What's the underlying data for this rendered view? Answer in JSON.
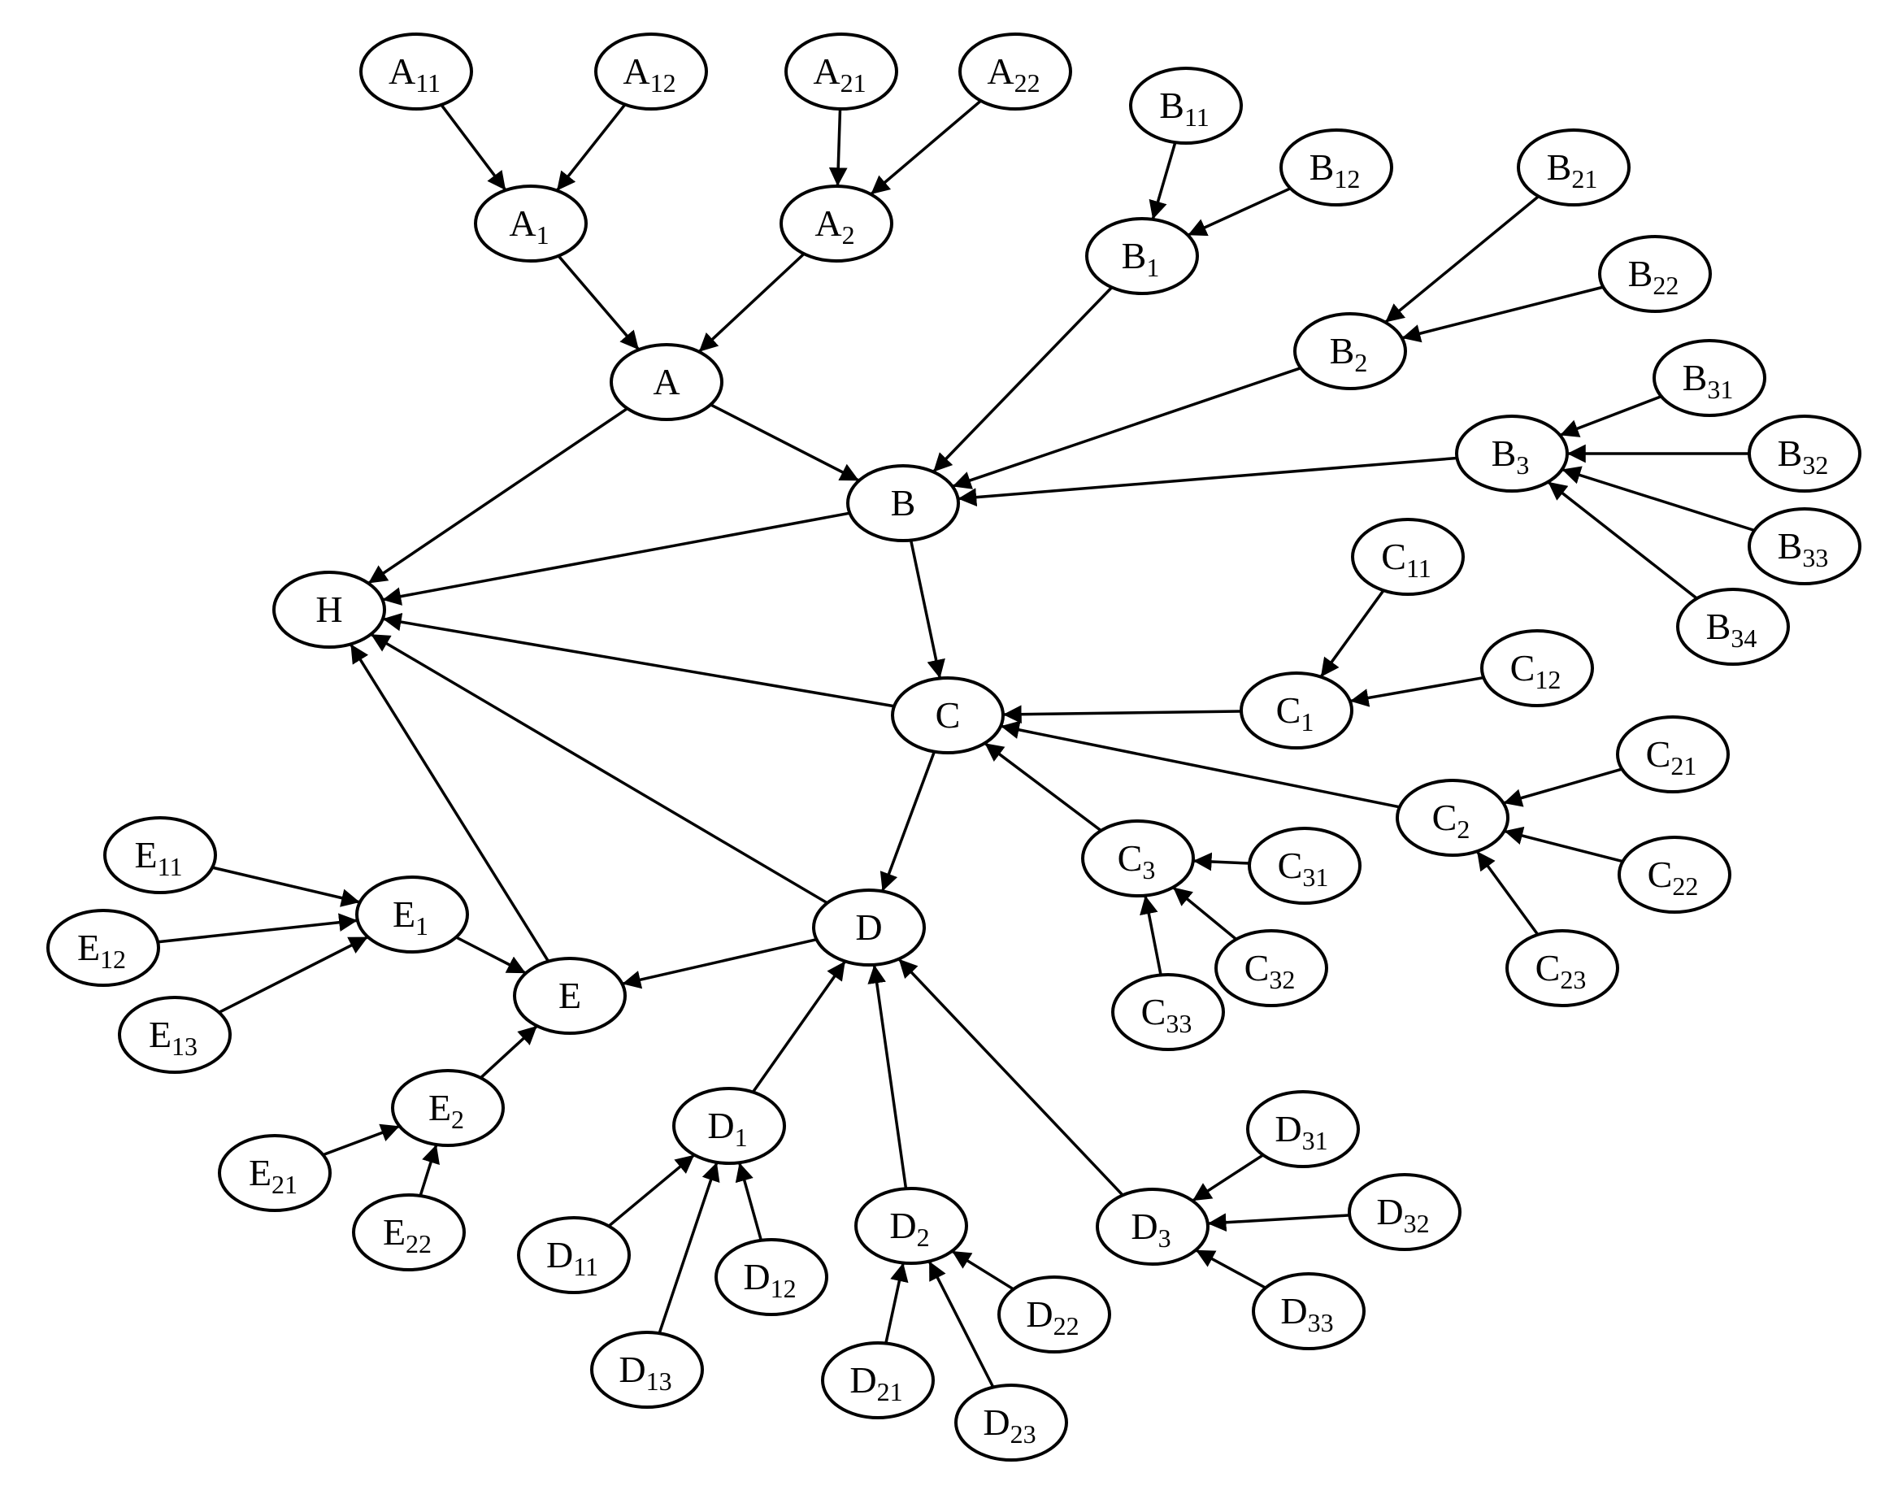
{
  "diagram": {
    "type": "directed-graph",
    "node_shape": "ellipse",
    "colors": {
      "stroke": "#000000",
      "fill": "#ffffff",
      "text": "#000000"
    },
    "nodes": [
      {
        "id": "A11",
        "base": "A",
        "sub": "11"
      },
      {
        "id": "A12",
        "base": "A",
        "sub": "12"
      },
      {
        "id": "A21",
        "base": "A",
        "sub": "21"
      },
      {
        "id": "A22",
        "base": "A",
        "sub": "22"
      },
      {
        "id": "A1",
        "base": "A",
        "sub": "1"
      },
      {
        "id": "A2",
        "base": "A",
        "sub": "2"
      },
      {
        "id": "A",
        "base": "A",
        "sub": ""
      },
      {
        "id": "B11",
        "base": "B",
        "sub": "11"
      },
      {
        "id": "B12",
        "base": "B",
        "sub": "12"
      },
      {
        "id": "B1",
        "base": "B",
        "sub": "1"
      },
      {
        "id": "B21",
        "base": "B",
        "sub": "21"
      },
      {
        "id": "B22",
        "base": "B",
        "sub": "22"
      },
      {
        "id": "B2",
        "base": "B",
        "sub": "2"
      },
      {
        "id": "B31",
        "base": "B",
        "sub": "31"
      },
      {
        "id": "B32",
        "base": "B",
        "sub": "32"
      },
      {
        "id": "B33",
        "base": "B",
        "sub": "33"
      },
      {
        "id": "B34",
        "base": "B",
        "sub": "34"
      },
      {
        "id": "B3",
        "base": "B",
        "sub": "3"
      },
      {
        "id": "B",
        "base": "B",
        "sub": ""
      },
      {
        "id": "H",
        "base": "H",
        "sub": ""
      },
      {
        "id": "C11",
        "base": "C",
        "sub": "11"
      },
      {
        "id": "C12",
        "base": "C",
        "sub": "12"
      },
      {
        "id": "C1",
        "base": "C",
        "sub": "1"
      },
      {
        "id": "C",
        "base": "C",
        "sub": ""
      },
      {
        "id": "C21",
        "base": "C",
        "sub": "21"
      },
      {
        "id": "C22",
        "base": "C",
        "sub": "22"
      },
      {
        "id": "C23",
        "base": "C",
        "sub": "23"
      },
      {
        "id": "C2",
        "base": "C",
        "sub": "2"
      },
      {
        "id": "C3",
        "base": "C",
        "sub": "3"
      },
      {
        "id": "C31",
        "base": "C",
        "sub": "31"
      },
      {
        "id": "C32",
        "base": "C",
        "sub": "32"
      },
      {
        "id": "C33",
        "base": "C",
        "sub": "33"
      },
      {
        "id": "D",
        "base": "D",
        "sub": ""
      },
      {
        "id": "E",
        "base": "E",
        "sub": ""
      },
      {
        "id": "E11",
        "base": "E",
        "sub": "11"
      },
      {
        "id": "E12",
        "base": "E",
        "sub": "12"
      },
      {
        "id": "E13",
        "base": "E",
        "sub": "13"
      },
      {
        "id": "E1",
        "base": "E",
        "sub": "1"
      },
      {
        "id": "E2",
        "base": "E",
        "sub": "2"
      },
      {
        "id": "E21",
        "base": "E",
        "sub": "21"
      },
      {
        "id": "E22",
        "base": "E",
        "sub": "22"
      },
      {
        "id": "D1",
        "base": "D",
        "sub": "1"
      },
      {
        "id": "D11",
        "base": "D",
        "sub": "11"
      },
      {
        "id": "D12",
        "base": "D",
        "sub": "12"
      },
      {
        "id": "D13",
        "base": "D",
        "sub": "13"
      },
      {
        "id": "D2",
        "base": "D",
        "sub": "2"
      },
      {
        "id": "D21",
        "base": "D",
        "sub": "21"
      },
      {
        "id": "D22",
        "base": "D",
        "sub": "22"
      },
      {
        "id": "D23",
        "base": "D",
        "sub": "23"
      },
      {
        "id": "D3",
        "base": "D",
        "sub": "3"
      },
      {
        "id": "D31",
        "base": "D",
        "sub": "31"
      },
      {
        "id": "D32",
        "base": "D",
        "sub": "32"
      },
      {
        "id": "D33",
        "base": "D",
        "sub": "33"
      }
    ],
    "edges": [
      {
        "from": "A11",
        "to": "A1"
      },
      {
        "from": "A12",
        "to": "A1"
      },
      {
        "from": "A21",
        "to": "A2"
      },
      {
        "from": "A22",
        "to": "A2"
      },
      {
        "from": "A1",
        "to": "A"
      },
      {
        "from": "A2",
        "to": "A"
      },
      {
        "from": "A",
        "to": "H"
      },
      {
        "from": "A",
        "to": "B"
      },
      {
        "from": "B11",
        "to": "B1"
      },
      {
        "from": "B12",
        "to": "B1"
      },
      {
        "from": "B1",
        "to": "B"
      },
      {
        "from": "B21",
        "to": "B2"
      },
      {
        "from": "B22",
        "to": "B2"
      },
      {
        "from": "B2",
        "to": "B"
      },
      {
        "from": "B31",
        "to": "B3"
      },
      {
        "from": "B32",
        "to": "B3"
      },
      {
        "from": "B33",
        "to": "B3"
      },
      {
        "from": "B34",
        "to": "B3"
      },
      {
        "from": "B3",
        "to": "B"
      },
      {
        "from": "B",
        "to": "H"
      },
      {
        "from": "B",
        "to": "C"
      },
      {
        "from": "C11",
        "to": "C1"
      },
      {
        "from": "C12",
        "to": "C1"
      },
      {
        "from": "C1",
        "to": "C"
      },
      {
        "from": "C21",
        "to": "C2"
      },
      {
        "from": "C22",
        "to": "C2"
      },
      {
        "from": "C23",
        "to": "C2"
      },
      {
        "from": "C2",
        "to": "C"
      },
      {
        "from": "C31",
        "to": "C3"
      },
      {
        "from": "C32",
        "to": "C3"
      },
      {
        "from": "C33",
        "to": "C3"
      },
      {
        "from": "C3",
        "to": "C"
      },
      {
        "from": "C",
        "to": "H"
      },
      {
        "from": "C",
        "to": "D"
      },
      {
        "from": "D",
        "to": "H"
      },
      {
        "from": "D",
        "to": "E"
      },
      {
        "from": "E",
        "to": "H"
      },
      {
        "from": "E11",
        "to": "E1"
      },
      {
        "from": "E12",
        "to": "E1"
      },
      {
        "from": "E13",
        "to": "E1"
      },
      {
        "from": "E1",
        "to": "E"
      },
      {
        "from": "E21",
        "to": "E2"
      },
      {
        "from": "E22",
        "to": "E2"
      },
      {
        "from": "E2",
        "to": "E"
      },
      {
        "from": "D1",
        "to": "D"
      },
      {
        "from": "D11",
        "to": "D1"
      },
      {
        "from": "D12",
        "to": "D1"
      },
      {
        "from": "D13",
        "to": "D1"
      },
      {
        "from": "D2",
        "to": "D"
      },
      {
        "from": "D21",
        "to": "D2"
      },
      {
        "from": "D22",
        "to": "D2"
      },
      {
        "from": "D23",
        "to": "D2"
      },
      {
        "from": "D3",
        "to": "D"
      },
      {
        "from": "D31",
        "to": "D3"
      },
      {
        "from": "D32",
        "to": "D3"
      },
      {
        "from": "D33",
        "to": "D3"
      }
    ]
  }
}
